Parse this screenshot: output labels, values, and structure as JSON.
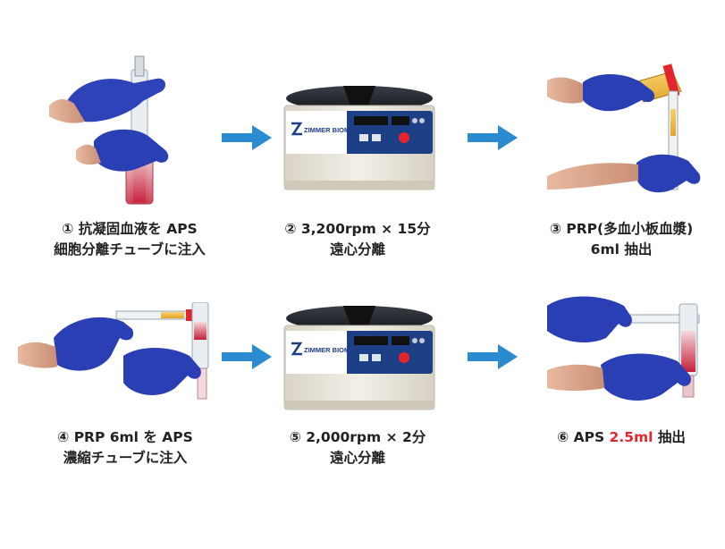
{
  "accent_colors": {
    "arrow": "#2a8bd0",
    "glove": "#2a3fb3",
    "highlight": "#e3262b"
  },
  "centrifuge_brand": "ZIMMER BIOMET",
  "steps": [
    {
      "line1": "① 抗凝固血液を APS",
      "line2": "細胞分離チューブに注入",
      "image": "hand-injecting-blood-into-tube"
    },
    {
      "line1": "② 3,200rpm × 15分",
      "line2": "遠心分離",
      "image": "centrifuge"
    },
    {
      "line1": "③ PRP(多血小板血漿)",
      "line2": "6ml 抽出",
      "image": "hands-extracting-prp"
    },
    {
      "line1": "④ PRP 6ml を APS",
      "line2": "濃縮チューブに注入",
      "image": "hands-injecting-prp"
    },
    {
      "line1": "⑤ 2,000rpm × 2分",
      "line2": "遠心分離",
      "image": "centrifuge"
    },
    {
      "line1_prefix": "⑥ APS ",
      "line1_highlight": "2.5ml",
      "line1_suffix": " 抽出",
      "image": "hands-extracting-aps"
    }
  ]
}
